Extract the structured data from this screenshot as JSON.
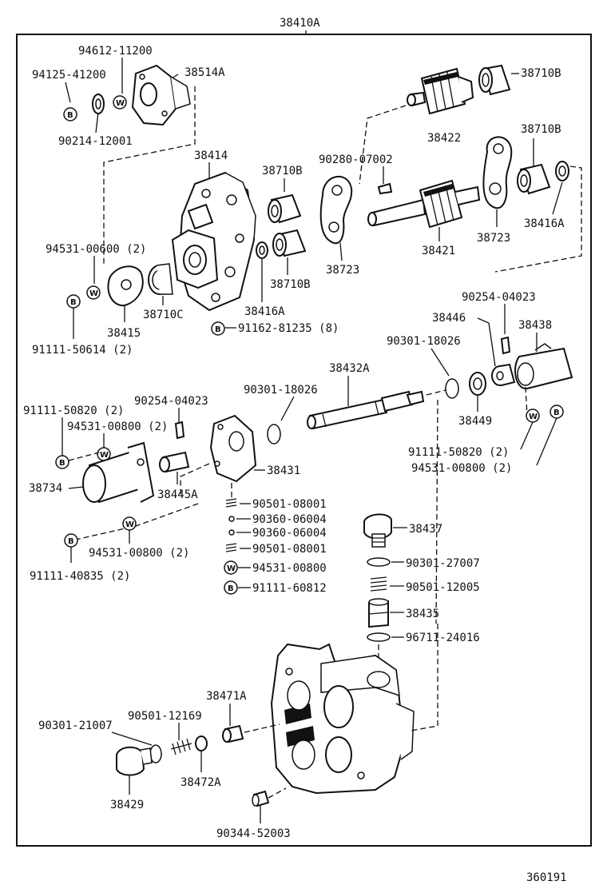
{
  "title": "38410A",
  "footer_code": "360191",
  "badges": {
    "washer": "W",
    "bolt": "B"
  },
  "labels": {
    "p94612_11200": "94612-11200",
    "p94125_41200": "94125-41200",
    "p38514A": "38514A",
    "p90214_12001": "90214-12001",
    "p38710B_a": "38710B",
    "p38422": "38422",
    "p38710B_b": "38710B",
    "p38414": "38414",
    "p90280_07002": "90280-07002",
    "p38710B_c": "38710B",
    "p38723_a": "38723",
    "p38723_b": "38723",
    "p38421": "38421",
    "p38416A_a": "38416A",
    "p94531_00600": "94531-00600 (2)",
    "p38710B_d": "38710B",
    "p38710C": "38710C",
    "p38415": "38415",
    "p38416A_b": "38416A",
    "p91111_50614": "91111-50614 (2)",
    "p91162_81235": "91162-81235 (8)",
    "p90254_04023_a": "90254-04023",
    "p38446": "38446",
    "p38438": "38438",
    "p90301_18026_a": "90301-18026",
    "p38432A": "38432A",
    "p90301_18026_b": "90301-18026",
    "p38449": "38449",
    "p91111_50820_a": "91111-50820 (2)",
    "p90254_04023_b": "90254-04023",
    "p94531_00800_a": "94531-00800 (2)",
    "p38734": "38734",
    "p38445A": "38445A",
    "p38431": "38431",
    "p91111_50820_b": "91111-50820 (2)",
    "p94531_00800_b": "94531-00800 (2)",
    "p90501_08001_a": "90501-08001",
    "p90360_06004_a": "90360-06004",
    "p90360_06004_b": "90360-06004",
    "p90501_08001_b": "90501-08001",
    "p94531_00800_c": "94531-00800",
    "p91111_60812": "91111-60812",
    "p94531_00800_d": "94531-00800 (2)",
    "p91111_40835": "91111-40835 (2)",
    "p38437": "38437",
    "p90301_27007": "90301-27007",
    "p90501_12005": "90501-12005",
    "p38435": "38435",
    "p96711_24016": "96711-24016",
    "p38471A": "38471A",
    "p90501_12169": "90501-12169",
    "p90301_21007": "90301-21007",
    "p38472A": "38472A",
    "p38429": "38429",
    "p90344_52003": "90344-52003"
  }
}
